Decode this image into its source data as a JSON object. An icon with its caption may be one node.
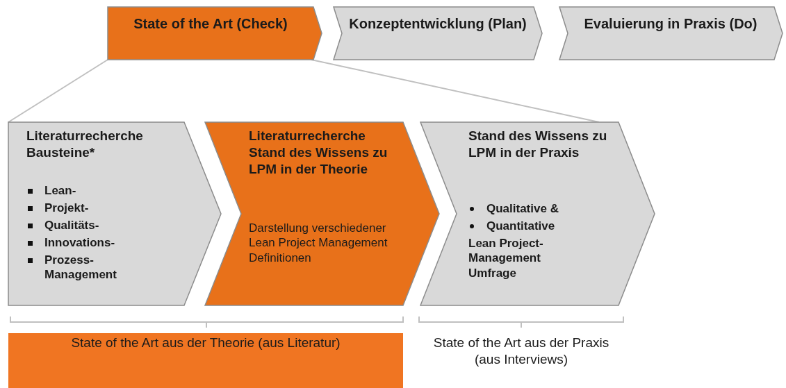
{
  "diagram": {
    "nodes": [
      {
        "text": [
          "State of the Art (Check)"
        ]
      },
      {
        "text": [
          "Konzeptentwicklung (Plan)"
        ]
      },
      {
        "text": [
          "Evaluierung in Praxis (Do)"
        ]
      },
      {
        "text": [
          "Literaturrecherche Bausteine*",
          "Lean-",
          "Projekt-",
          "Qualitäts-",
          "Innovations-",
          "Prozess- Management"
        ]
      },
      {
        "text": [
          "Literaturrecherche Stand des Wissens zu LPM in der Theorie",
          "Darstellung verschiedener Lean Project Management Definitionen"
        ]
      },
      {
        "text": [
          "Stand des Wissens zu LPM in der Praxis",
          "Qualitative &",
          "Quantitative",
          "Lean Project- Management Umfrage"
        ]
      },
      {
        "text": [
          "State of the Art aus der Theorie (aus Literatur)"
        ]
      },
      {
        "text": [
          "State of the Art aus der Praxis (aus Interviews)"
        ]
      }
    ],
    "edges": [
      {
        "from": 0,
        "to": 3,
        "arrow": "none"
      },
      {
        "from": 0,
        "to": 5,
        "arrow": "none"
      }
    ]
  }
}
